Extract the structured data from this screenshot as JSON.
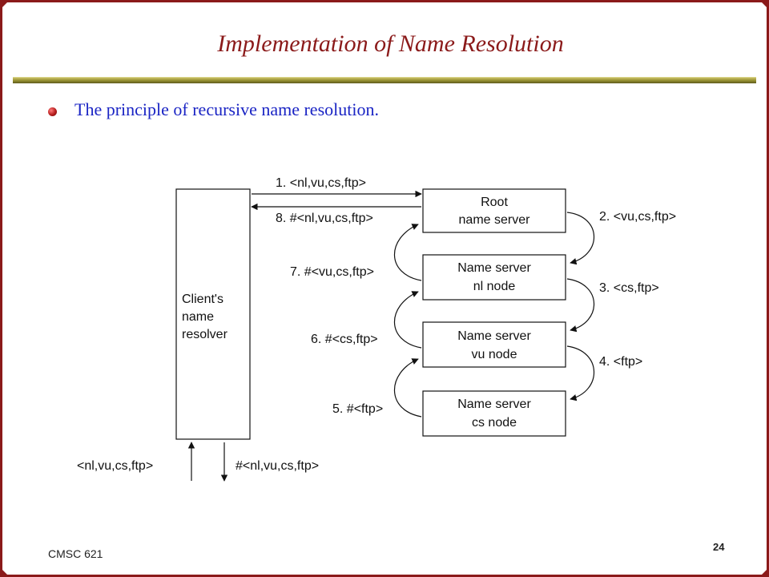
{
  "slide": {
    "title": "Implementation of Name Resolution",
    "bullet": "The principle of recursive name resolution.",
    "footer_course": "CMSC 621",
    "page_number": "24"
  },
  "diagram": {
    "client_label": [
      "Client's",
      "name",
      "resolver"
    ],
    "servers": [
      {
        "line1": "Root",
        "line2": "name server"
      },
      {
        "line1": "Name server",
        "line2": "nl node"
      },
      {
        "line1": "Name server",
        "line2": "vu node"
      },
      {
        "line1": "Name server",
        "line2": "cs node"
      }
    ],
    "messages": {
      "m1": "1. <nl,vu,cs,ftp>",
      "m2": "2. <vu,cs,ftp>",
      "m3": "3. <cs,ftp>",
      "m4": "4. <ftp>",
      "m5": "5. #<ftp>",
      "m6": "6. #<cs,ftp>",
      "m7": "7. #<vu,cs,ftp>",
      "m8": "8. #<nl,vu,cs,ftp>"
    },
    "client_input": "<nl,vu,cs,ftp>",
    "client_output": "#<nl,vu,cs,ftp>"
  }
}
